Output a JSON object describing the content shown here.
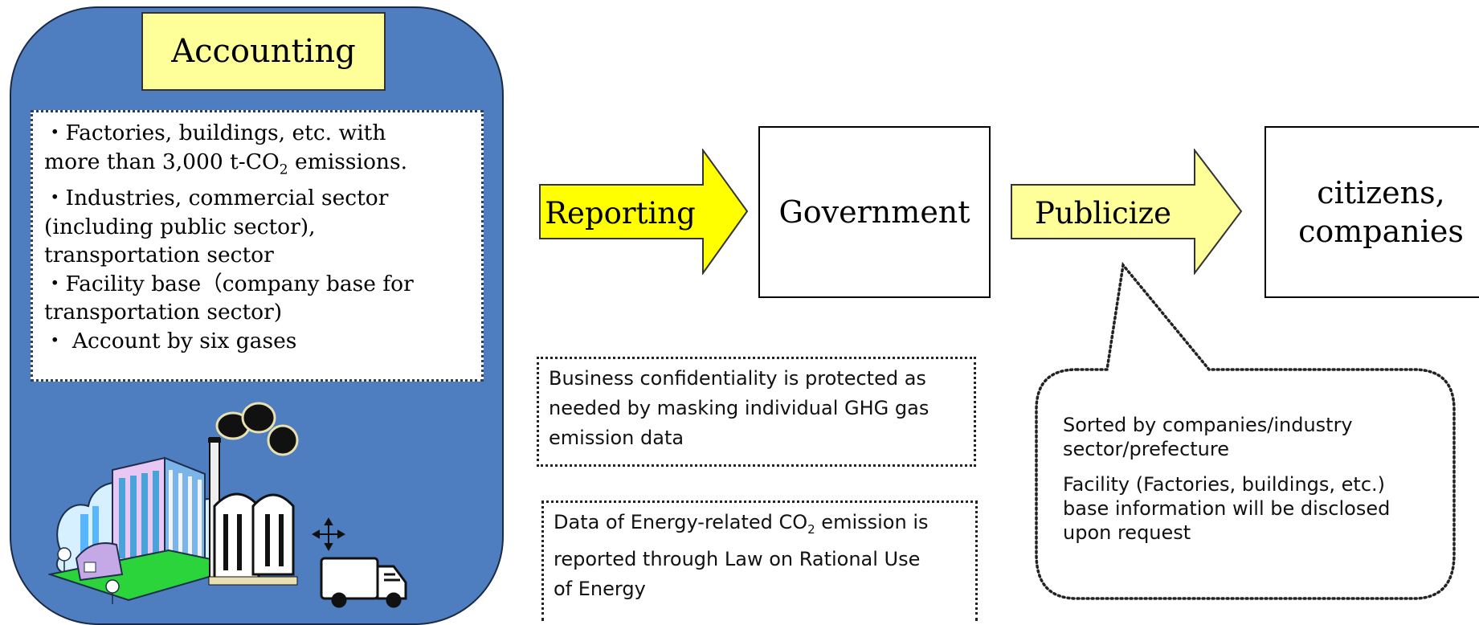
{
  "accounting": {
    "title": "Accounting",
    "items": [
      {
        "pre": "・Factories, buildings, etc. with"
      },
      {
        "pre": "more than 3,000 t-CO",
        "sub": "2",
        "post": " emissions."
      },
      {
        "pre": "・Industries, commercial sector"
      },
      {
        "pre": "(including public sector),"
      },
      {
        "pre": "transportation sector"
      },
      {
        "pre": "・Facility base（company base for"
      },
      {
        "pre": "transportation sector)"
      },
      {
        "pre": "・ Account by six gases"
      }
    ]
  },
  "flow": {
    "reporting_label": "Reporting",
    "government_label": "Government",
    "publicize_label": "Publicize",
    "recipients_line1": "citizens,",
    "recipients_line2": "companies"
  },
  "notes": {
    "confidentiality_line1": "Business confidentiality is protected as",
    "confidentiality_line2": "needed by masking individual GHG gas",
    "confidentiality_line3": "emission data",
    "energy_line1_pre": "Data of Energy-related CO",
    "energy_line1_sub": "2",
    "energy_line1_post": " emission is",
    "energy_line2": "reported through Law on Rational Use",
    "energy_line3": "of Energy"
  },
  "callout": {
    "line1": "Sorted by companies/industry",
    "line2": "sector/prefecture",
    "line3": "Facility (Factories, buildings, etc.)",
    "line4": "base information will be disclosed",
    "line5": "upon request"
  },
  "colors": {
    "panel": "#4e7ebf",
    "title_fill": "#ffff99",
    "reporting_arrow": "#ffff00",
    "publicize_arrow": "#ffff99"
  }
}
